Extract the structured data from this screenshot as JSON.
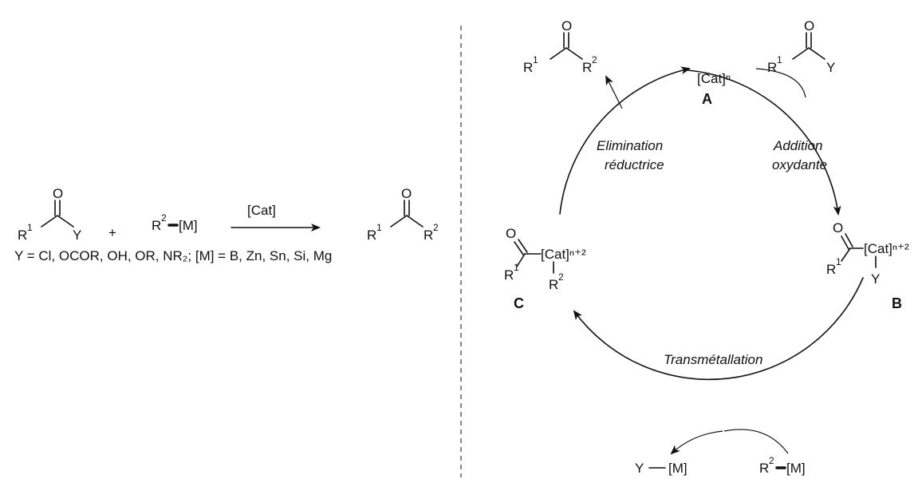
{
  "general_reaction": {
    "reagent_label": "R²-[M]",
    "catalyst_label": "[Cat]",
    "conditions_label": "Y = Cl, OCOR, OH, OR, NR₂; [M] = B, Zn, Sn, Si, Mg"
  },
  "cycle": {
    "species_a": {
      "letter": "A",
      "formula": "[Cat]ⁿ"
    },
    "species_b": {
      "letter": "B",
      "formula": "[Cat]ⁿ⁺²"
    },
    "species_c": {
      "letter": "C",
      "formula": "[Cat]ⁿ⁺²"
    },
    "steps": {
      "oxidative_addition": [
        "Addition",
        "oxydante"
      ],
      "transmetalation": "Transmétallation",
      "reductive_elimination": [
        "Elimination",
        "réductrice"
      ]
    },
    "byproduct_label": "Y—[M]",
    "reagent_label": "R²-[M]"
  }
}
